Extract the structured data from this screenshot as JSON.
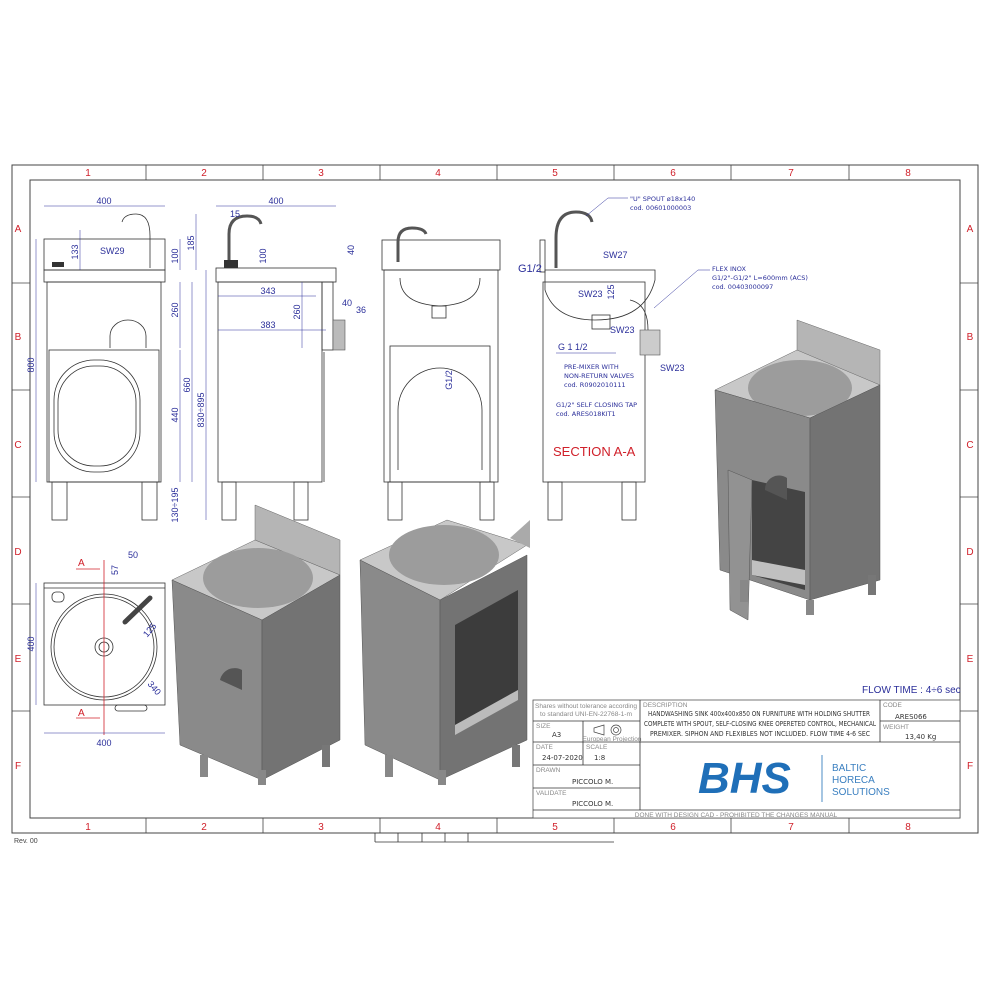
{
  "grid": {
    "columns": [
      "1",
      "2",
      "3",
      "4",
      "5",
      "6",
      "7",
      "8"
    ],
    "rows": [
      "A",
      "B",
      "C",
      "D",
      "E",
      "F"
    ]
  },
  "front_view": {
    "width": "400",
    "h133": "133",
    "h100": "100",
    "h185": "185",
    "h260": "260",
    "h660": "660",
    "h440": "440",
    "h800": "800",
    "h830": "830÷895",
    "h130": "130÷195",
    "sw29": "SW29"
  },
  "side_view": {
    "width": "400",
    "d15": "15",
    "h100": "100",
    "h40": "40",
    "d343": "343",
    "h260": "260",
    "d40": "40",
    "d36": "36",
    "d383": "383"
  },
  "middle_view": {
    "g12": "G1/2"
  },
  "section": {
    "title": "SECTION A-A",
    "g12": "G1/2",
    "sw27": "SW27",
    "sw23a": "SW23",
    "h125": "125",
    "sw23b": "SW23",
    "sw23c": "SW23",
    "g112": "G 1 1/2",
    "spout": [
      "\"U\" SPOUT ø18x140",
      "cod. 00601000003"
    ],
    "flex": [
      "FLEX INOX",
      "G1/2\"-G1/2\" L=600mm (ACS)",
      "cod. 00403000097"
    ],
    "premixer": [
      "PRE-MIXER WITH",
      "NON-RETURN VALVES",
      "cod. R0902010111"
    ],
    "tap": [
      "G1/2\" SELF CLOSING TAP",
      "cod. ARES018KIT1"
    ]
  },
  "top_view": {
    "a": "A",
    "a2": "A",
    "d50": "50",
    "d57": "57",
    "d125": "125",
    "d340": "340",
    "h400": "400",
    "w400": "400"
  },
  "flow_time": "FLOW TIME : 4÷6 sec",
  "title_block": {
    "tolerance": [
      "Shares without tolerance according",
      "to standard UNI-EN-22768-1-m"
    ],
    "size_label": "SIZE",
    "size": "A3",
    "projection": "European Projection",
    "date_label": "DATE",
    "date": "24-07-2020",
    "scale_label": "SCALE",
    "scale": "1:8",
    "drawn_label": "DRAWN",
    "drawn": "PICCOLO M.",
    "validate_label": "VALIDATE",
    "validate": "PICCOLO M.",
    "description_label": "DESCRIPTION",
    "description": [
      "HANDWASHING SINK 400x400x850 ON FURNITURE WITH HOLDING SHUTTER",
      "COMPLETE WITH SPOUT, SELF-CLOSING KNEE OPERETED CONTROL, MECHANICAL",
      "PREMIXER. SIPHON AND FLEXIBLES NOT INCLUDED. FLOW TIME 4-6 SEC"
    ],
    "code_label": "CODE",
    "code": "ARES066",
    "weight_label": "WEIGHT",
    "weight": "13,40 Kg",
    "footer": "DONE WITH DESIGN CAD - PROHIBITED THE CHANGES MANUAL"
  },
  "logo": {
    "mark": "BHS",
    "line1": "BALTIC",
    "line2": "HORECA",
    "line3": "SOLUTIONS",
    "color": "#1f6fb8"
  },
  "revision": "Rev. 00"
}
